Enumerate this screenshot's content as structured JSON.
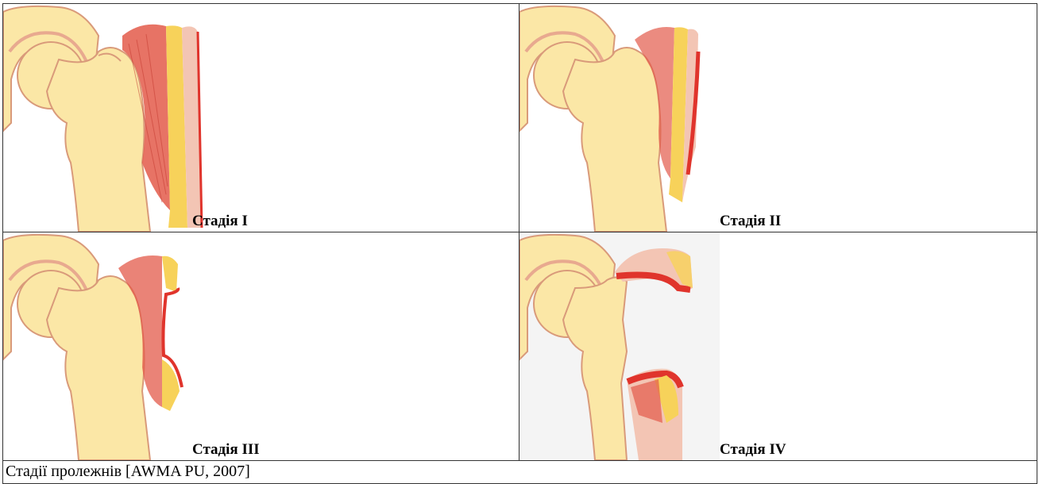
{
  "stages": [
    {
      "label": "Стадія I",
      "stage": 1
    },
    {
      "label": "Стадія II",
      "stage": 2
    },
    {
      "label": "Стадія III",
      "stage": 3
    },
    {
      "label": "Стадія IV",
      "stage": 4
    }
  ],
  "caption": "Стадії пролежнів [AWMA PU, 2007]",
  "colors": {
    "bone": "#fbe7a6",
    "bone_outline": "#d99a7a",
    "muscle": "#e35a4a",
    "fat": "#f7d25a",
    "skin": "#f3c5b4",
    "wound": "#e0342c",
    "border": "#333333"
  }
}
